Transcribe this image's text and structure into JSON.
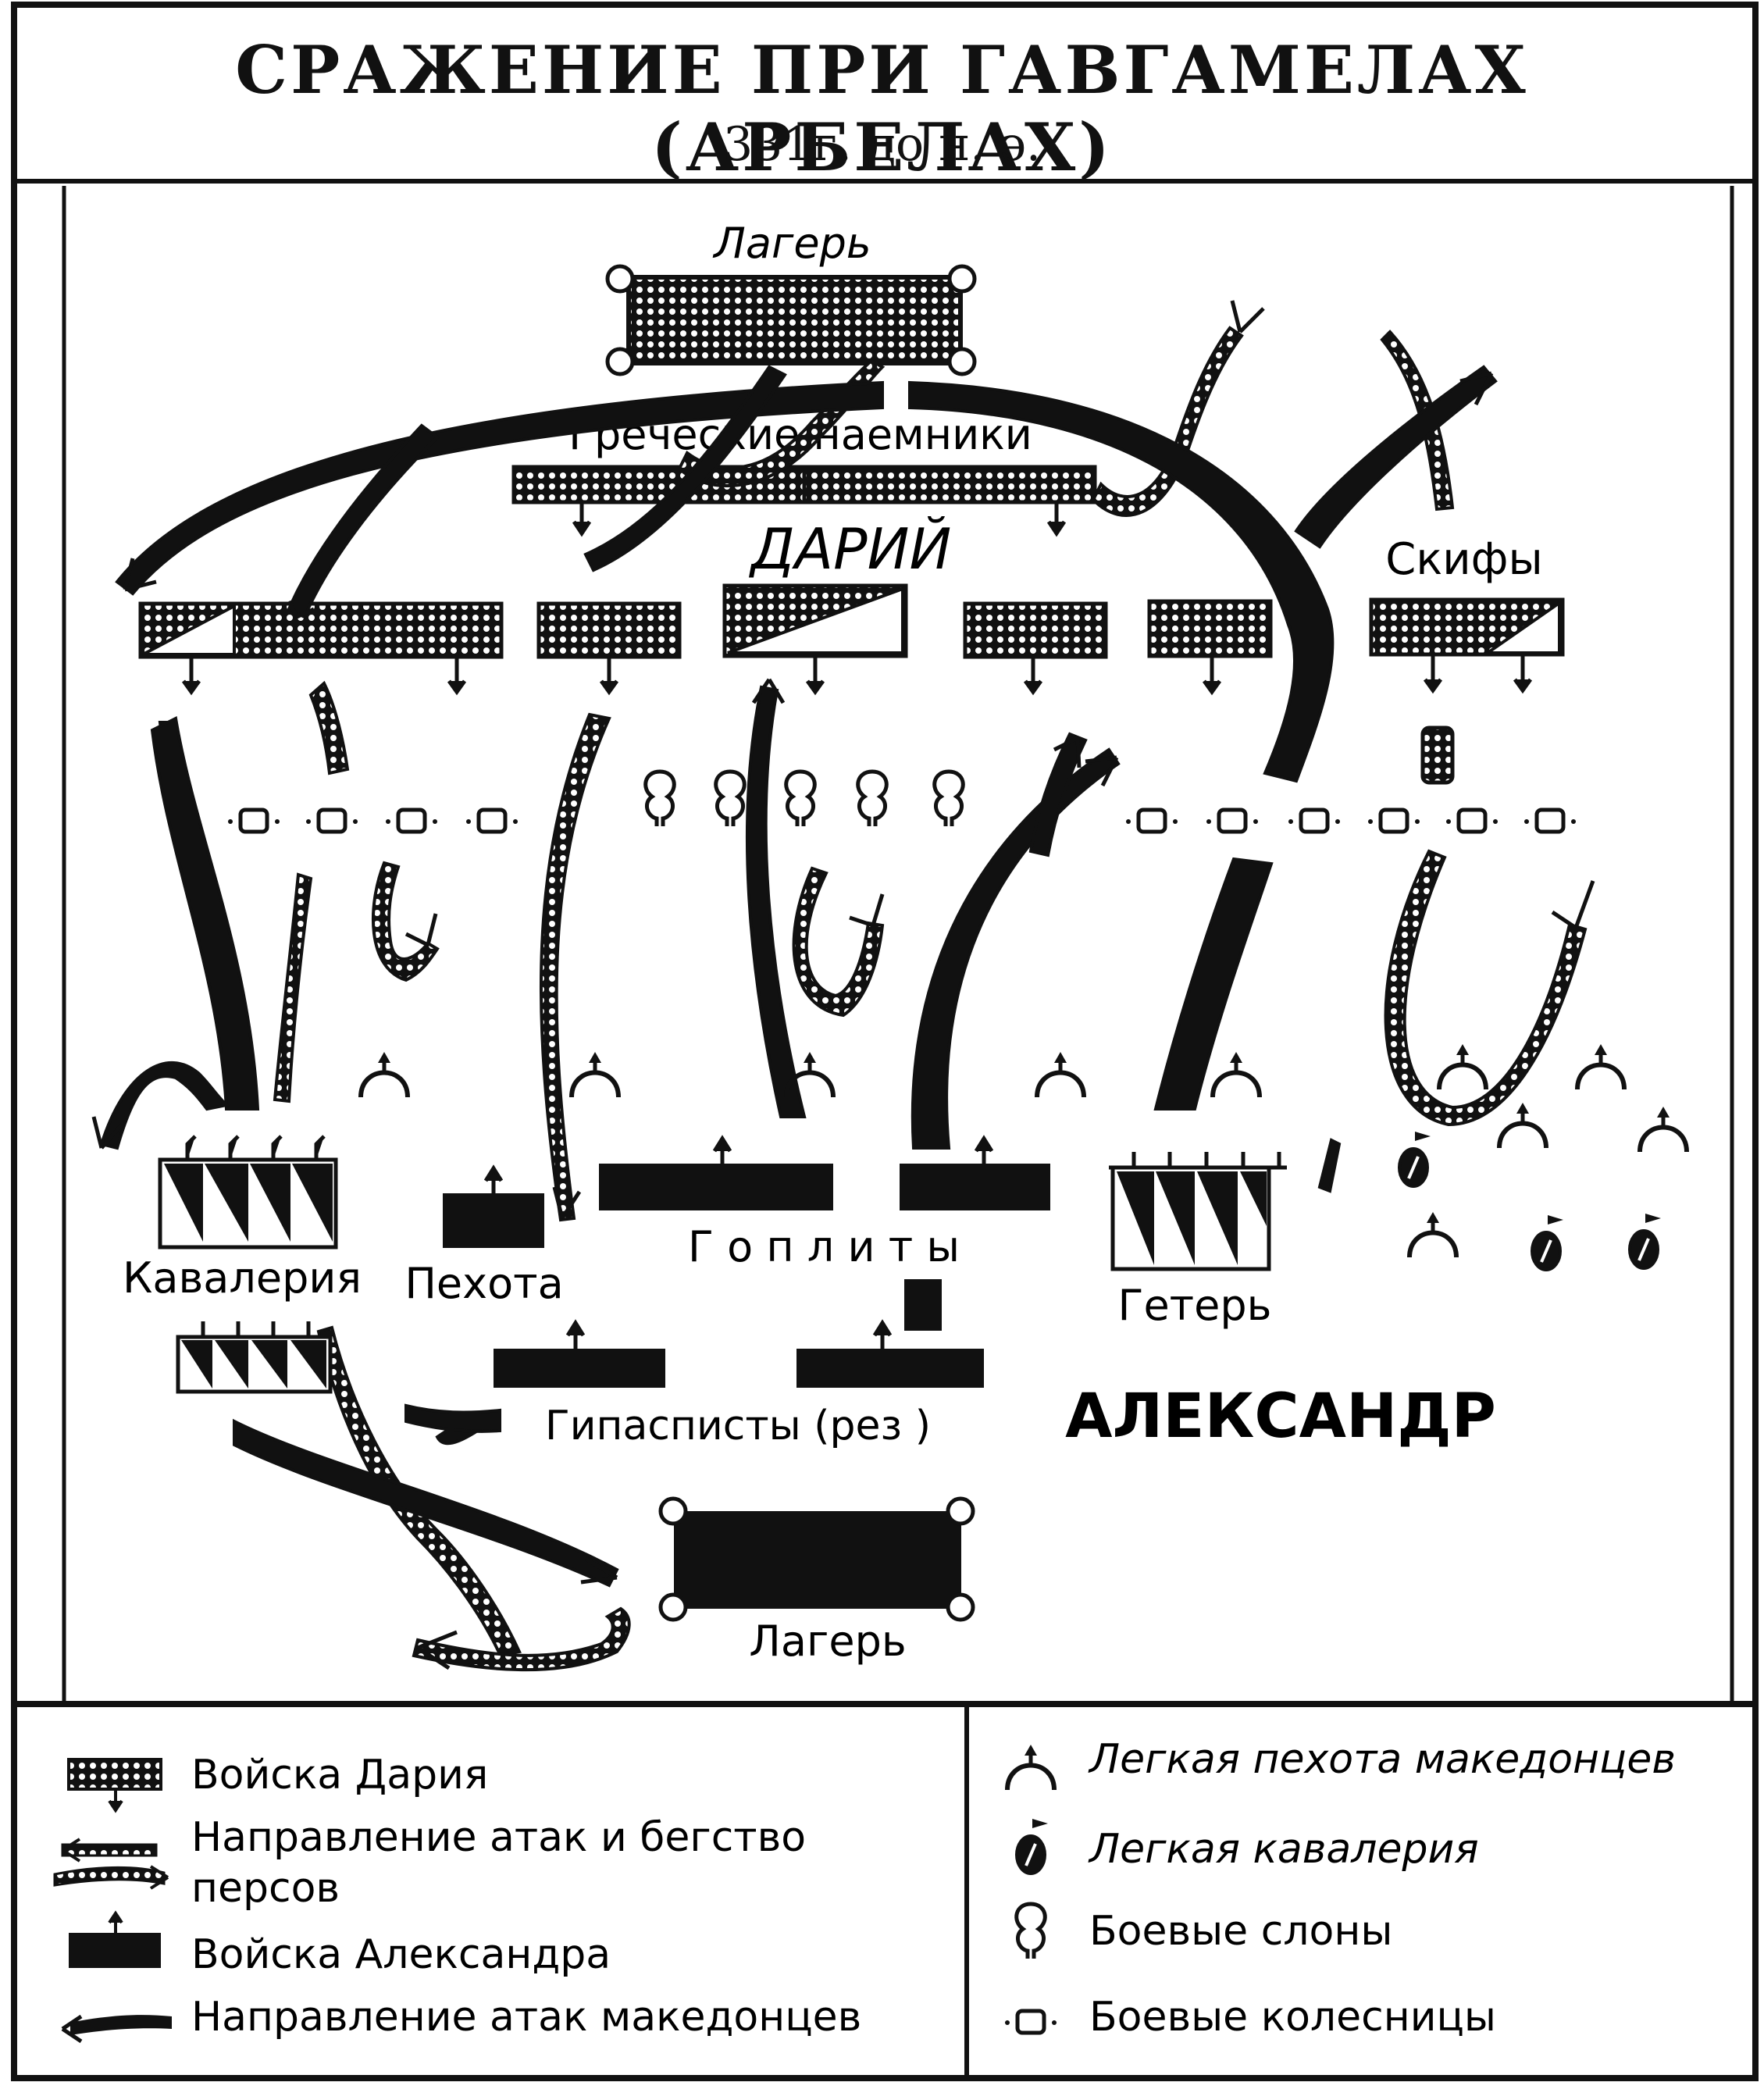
{
  "title": "СРАЖЕНИЕ ПРИ ГАВГАМЕЛАХ (АРБЕЛАХ)",
  "subtitle": "331г. до н. э.",
  "labels": {
    "camp_persian": "Лагерь",
    "greek_mercenaries": "Греческие наемники",
    "darius": "ДАРИЙ",
    "scythians": "Скифы",
    "cavalry": "Кавалерия",
    "infantry": "Пехота",
    "hoplites": "Г о п л и т ы",
    "hetairoi": "Гетерь",
    "hypaspists": "Гипасписты (рез )",
    "alexander": "АЛЕКСАНДР",
    "camp_macedonian": "Лагерь"
  },
  "legend": {
    "left": [
      {
        "icon": "persian-troops-icon",
        "text": "Войска Дария"
      },
      {
        "icon": "persian-arrow-icon",
        "text": "Направление атак и бегство",
        "text2": "персов"
      },
      {
        "icon": "macedonian-troops-icon",
        "text": "Войска Александра"
      },
      {
        "icon": "macedonian-arrow-icon",
        "text": "Направление атак македонцев"
      }
    ],
    "right": [
      {
        "icon": "light-infantry-icon",
        "text": "Легкая пехота македонцев"
      },
      {
        "icon": "light-cavalry-icon",
        "text": "Легкая кавалерия"
      },
      {
        "icon": "elephant-icon",
        "text": "Боевые слоны"
      },
      {
        "icon": "chariot-icon",
        "text": "Боевые колесницы"
      }
    ]
  },
  "colors": {
    "ink": "#111111",
    "paper": "#ffffff"
  }
}
